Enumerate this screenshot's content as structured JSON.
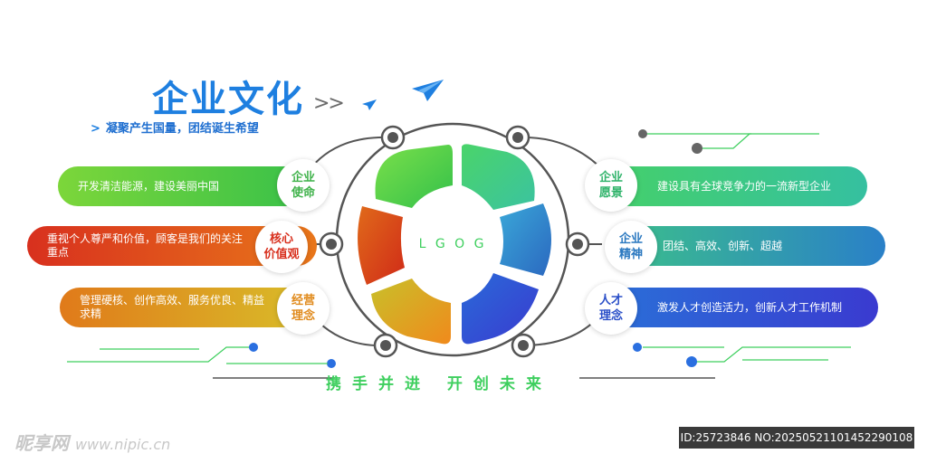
{
  "header": {
    "title": "企业文化",
    "chevrons": ">>",
    "subtitle_chevron": ">",
    "subtitle": "凝聚产生国量，团结诞生希望"
  },
  "center": {
    "logo_text": "L G O G"
  },
  "left_items": [
    {
      "badge_line1": "企业",
      "badge_line2": "使命",
      "text": "开发清洁能源，建设美丽中国",
      "badge_color": "#3fb24a"
    },
    {
      "badge_line1": "核心",
      "badge_line2": "价值观",
      "text": "重视个人尊严和价值，顾客是我们的关注重点",
      "badge_color": "#d8301e"
    },
    {
      "badge_line1": "经营",
      "badge_line2": "理念",
      "text": "管理硬核、创作高效、服务优良、精益求精",
      "badge_color": "#e08a1c"
    }
  ],
  "right_items": [
    {
      "badge_line1": "企业",
      "badge_line2": "愿景",
      "text": "建设具有全球竞争力的一流新型企业",
      "badge_color": "#2fb36a"
    },
    {
      "badge_line1": "企业",
      "badge_line2": "精神",
      "text": "团结、高效、创新、超越",
      "badge_color": "#2a78c0"
    },
    {
      "badge_line1": "人才",
      "badge_line2": "理念",
      "text": "激发人才创造活力，创新人才工作机制",
      "badge_color": "#2a4fc8"
    }
  ],
  "slogan": "携手并进  开创未来",
  "watermark": {
    "brand": "昵享网",
    "url": "www.nipic.cn",
    "id_text": "ID:25723846 NO:20250521101452290108"
  },
  "icons": {
    "paper_plane_large": "paper-plane-icon",
    "paper_plane_small": "paper-plane-small-icon"
  }
}
